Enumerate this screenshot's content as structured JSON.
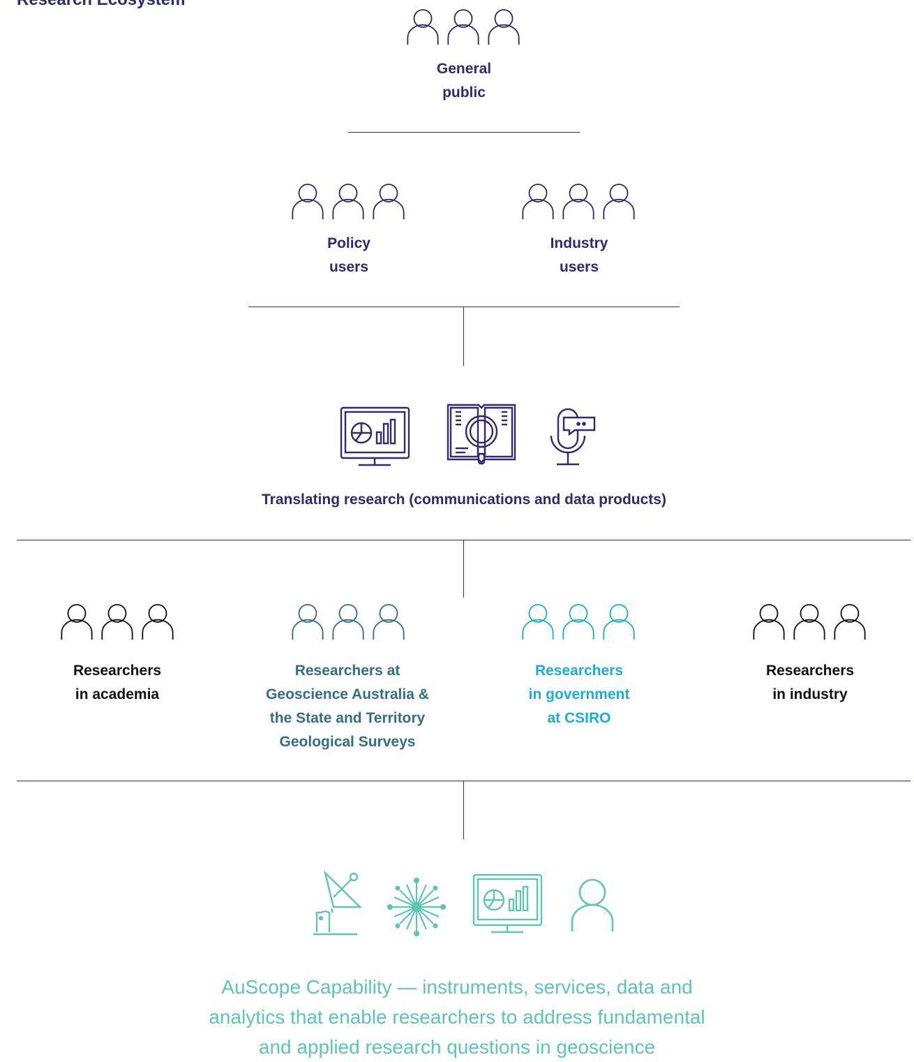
{
  "title": "Research Ecosystem",
  "nodes": {
    "general_public": "General\npublic",
    "policy_users": "Policy\nusers",
    "industry_users": "Industry\nusers",
    "translating": "Translating research (communications and data products)",
    "researchers_academia": "Researchers\nin academia",
    "researchers_ga": "Researchers at\nGeoscience Australia &\nthe State and Territory\nGeological Surveys",
    "researchers_csiro": "Researchers\nin government\nat CSIRO",
    "researchers_industry": "Researchers\nin industry",
    "auscope": "AuScope Capability — instruments, services, data and\nanalytics that enable researchers to address fundamental\nand applied research questions in geoscience"
  },
  "colors": {
    "navy": "#2d2a6e",
    "black": "#111111",
    "slate": "#336f7c",
    "cyan": "#19aed6",
    "teal": "#5dc5b3"
  },
  "icons": {
    "group": "people-group-icon",
    "dashboard": "dashboard-monitor-icon",
    "book_search": "book-magnifier-icon",
    "microphone": "microphone-chat-icon",
    "telescope": "satellite-dish-icon",
    "network": "network-hub-icon",
    "person": "person-icon"
  }
}
